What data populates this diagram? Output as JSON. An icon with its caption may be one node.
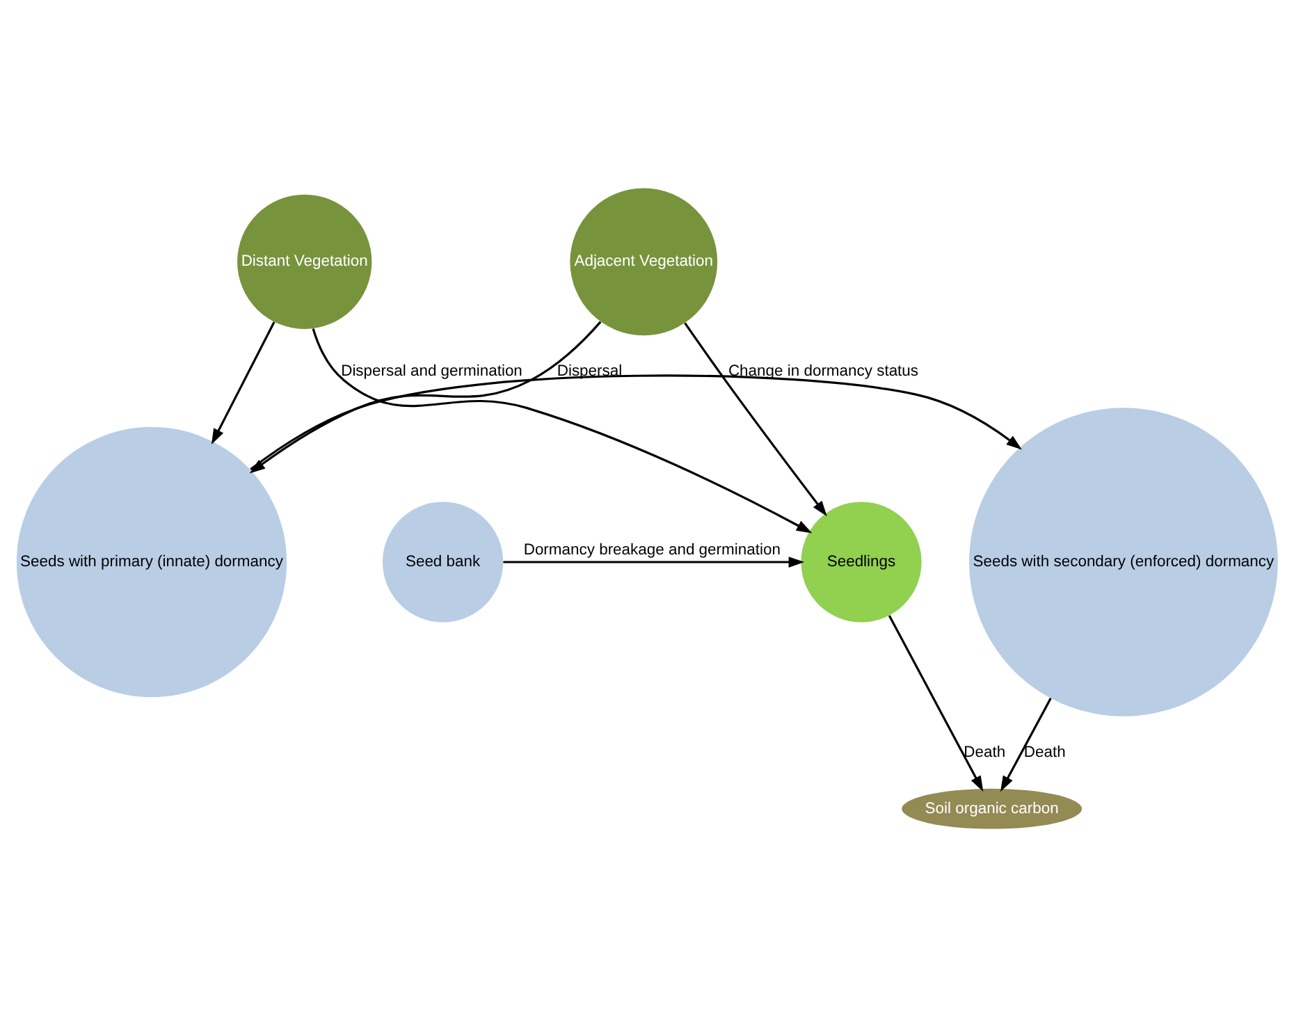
{
  "diagram": {
    "nodes": [
      {
        "text": [
          "Distant Vegetation"
        ]
      },
      {
        "text": [
          "Adjacent Vegetation"
        ]
      },
      {
        "text": [
          "Seeds with primary (innate) dormancy"
        ]
      },
      {
        "text": [
          "Seed bank"
        ]
      },
      {
        "text": [
          "Seeds with secondary (enforced) dormancy"
        ]
      },
      {
        "text": [
          "Seedlings"
        ]
      },
      {
        "text": [
          "Soil organic carbon"
        ]
      }
    ],
    "edges": [
      {
        "from": 0,
        "to": 2,
        "arrow": "to"
      },
      {
        "from": 1,
        "to": 2,
        "arrow": "to",
        "label": "Dispersal"
      },
      {
        "from": 0,
        "to": 5,
        "arrow": "to",
        "label": "Dispersal and germination"
      },
      {
        "from": 1,
        "to": 5,
        "arrow": "to"
      },
      {
        "from": 2,
        "to": 4,
        "arrow": "to",
        "label": "Change in dormancy status"
      },
      {
        "from": 3,
        "to": 5,
        "arrow": "to",
        "label": "Dormancy breakage and germination"
      },
      {
        "from": 4,
        "to": 6,
        "arrow": "to",
        "label": "Death"
      },
      {
        "from": 5,
        "to": 6,
        "arrow": "to",
        "label": "Death"
      }
    ]
  }
}
